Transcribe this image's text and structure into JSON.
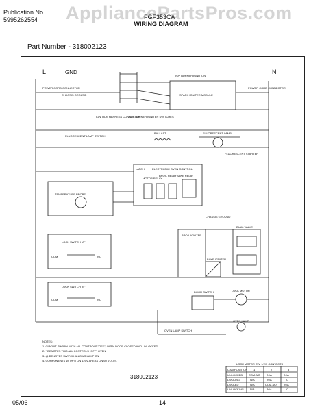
{
  "header": {
    "pub_label": "Publication No.",
    "pub_number": "5995262554",
    "model": "FGF353CA",
    "watermark": "AppliancePartsPros.com"
  },
  "title": "WIRING DIAGRAM",
  "part_number": "Part Number - 318002123",
  "diagram_code": "318002123",
  "footer": {
    "date": "05/06",
    "page": "14"
  },
  "labels": {
    "L": "L",
    "GND": "GND",
    "N": "N",
    "power_cord_l": "POWER CORD CONNECTOR",
    "power_cord_r": "POWER CORD CONNECTOR",
    "chassis_l": "CHASSIS GROUND",
    "ignition_harness": "IGNITION HARNESS CONNECTOR",
    "top_burner_switch": "TOP BURNER IGNITER SWITCHES",
    "top_burner_ignition": "TOP BURNER IGNITION",
    "spark_module": "SPARK IGNITER MODULE",
    "fluorescent_switch": "FLUORESCENT LAMP SWITCH",
    "ballast": "BALLAST",
    "fluorescent_lamp": "FLUORESCENT LAMP",
    "fluorescent_starter": "FLUORESCENT STARTER",
    "eoc": "ELECTRONIC OVEN CONTROL",
    "latch": "LATCH",
    "motor_relay": "MOTOR RELAY",
    "broil_relay": "BROIL RELAY",
    "bake_relay": "BAKE RELAY",
    "temp_probe": "TEMPERATURE PROBE",
    "chassis_ground": "CHASSIS GROUND",
    "lock_switch_a": "LOCK SWITCH \"A\"",
    "lock_switch_b": "LOCK SWITCH \"B\"",
    "dual_valve": "DUAL VALVE",
    "broil_igniter": "BROIL IGNITER",
    "bake_igniter": "BAKE IGNITER",
    "door_switch": "DOOR SWITCH",
    "lock_motor": "LOCK MOTOR",
    "oven_lamp": "OVEN LAMP",
    "oven_lamp_switch": "OVEN LAMP SWITCH",
    "com": "COM",
    "no": "NO",
    "nc": "NC"
  },
  "notes": {
    "title": "NOTES:",
    "lines": [
      "1. CIRCUIT SHOWN WITH ALL CONTROLS \"OFF\", OVEN DOOR CLOSED AND UNLOCKED.",
      "2. * DENOTES THIS ALL CONTROLS \"OFF\" OVEN",
      "3. @ DENOTES SWITCH ALLOWS LAMP ON",
      "4. COMPONENTS WITH % ON 120V AREAS ON 60 VOLTS."
    ]
  },
  "lock_table": {
    "title": "LOCK MOTOR SW. 1/2/3 CONTACTS",
    "headers": [
      "CAM POSITION",
      "1",
      "2",
      "3"
    ],
    "rows": [
      [
        "UNLOCKED",
        "COM-NO",
        "N/A",
        "N/A"
      ],
      [
        "LOCKING",
        "N/A",
        "N/A",
        "C"
      ],
      [
        "LOCKED",
        "N/A",
        "COM-NO",
        "N/A"
      ],
      [
        "UNLOCKING",
        "N/A",
        "N/A",
        "C"
      ]
    ]
  }
}
